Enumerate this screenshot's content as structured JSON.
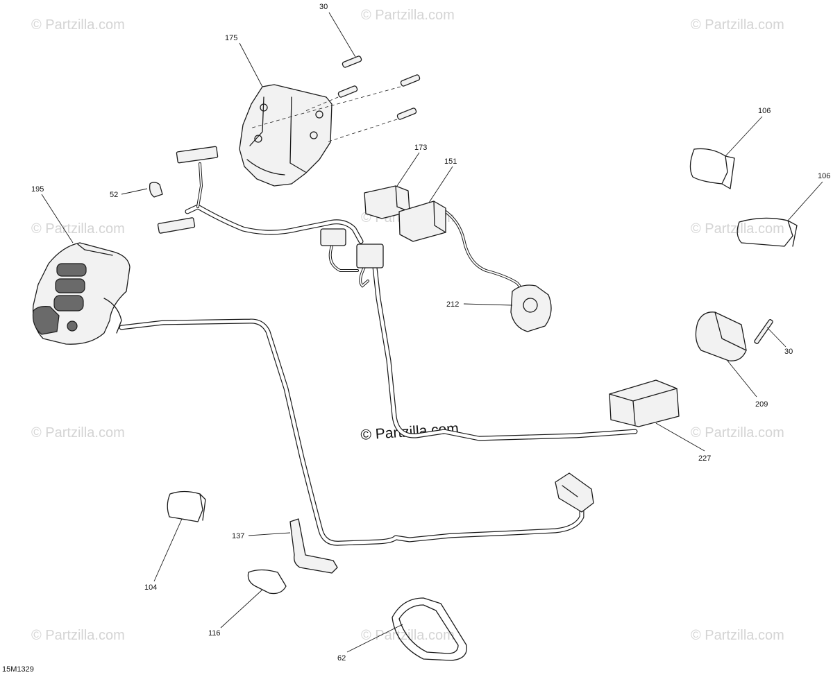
{
  "watermark": "© Partzilla.com",
  "center_watermark": "© Partzilla.com",
  "diagram_code": "15M1329",
  "callouts": {
    "c30_top": "30",
    "c175": "175",
    "c173": "173",
    "c151": "151",
    "c106_a": "106",
    "c106_b": "106",
    "c52": "52",
    "c195": "195",
    "c212": "212",
    "c30_right": "30",
    "c209": "209",
    "c227": "227",
    "c137": "137",
    "c104": "104",
    "c116": "116",
    "c62": "62"
  }
}
